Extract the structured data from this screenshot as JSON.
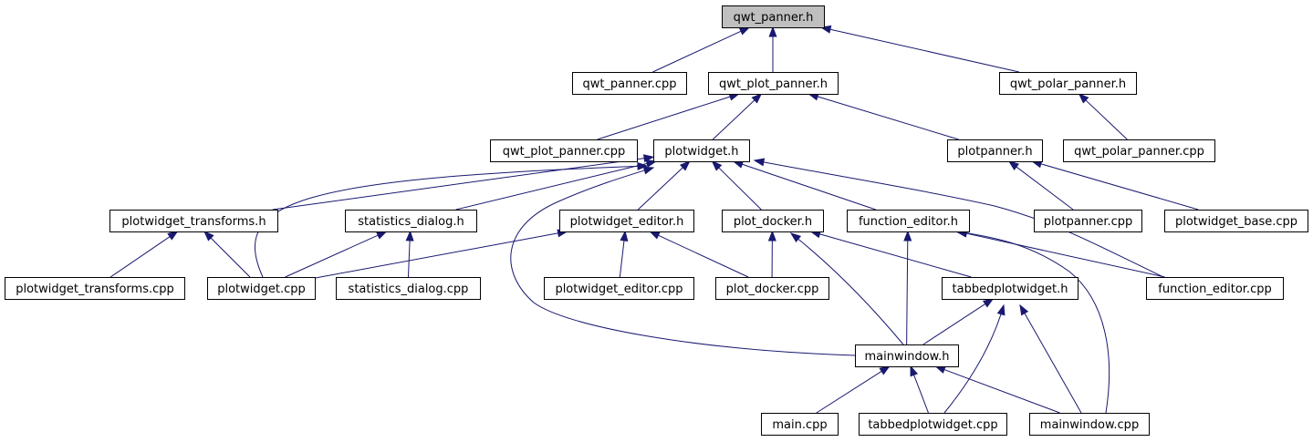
{
  "graph": {
    "title": "qwt_panner.h",
    "colors": {
      "edge": "#191970",
      "root_fill": "#bfbfbf",
      "node_fill": "#ffffff",
      "node_border": "#000000"
    },
    "nodes": [
      {
        "id": "qwt_panner_h",
        "label": "qwt_panner.h",
        "root": true
      },
      {
        "id": "qwt_panner_cpp",
        "label": "qwt_panner.cpp"
      },
      {
        "id": "qwt_plot_panner_h",
        "label": "qwt_plot_panner.h"
      },
      {
        "id": "qwt_polar_panner_h",
        "label": "qwt_polar_panner.h"
      },
      {
        "id": "qwt_plot_panner_cpp",
        "label": "qwt_plot_panner.cpp"
      },
      {
        "id": "plotwidget_h",
        "label": "plotwidget.h"
      },
      {
        "id": "plotpanner_h",
        "label": "plotpanner.h"
      },
      {
        "id": "qwt_polar_panner_cpp",
        "label": "qwt_polar_panner.cpp"
      },
      {
        "id": "plotwidget_transforms_h",
        "label": "plotwidget_transforms.h"
      },
      {
        "id": "statistics_dialog_h",
        "label": "statistics_dialog.h"
      },
      {
        "id": "plotwidget_editor_h",
        "label": "plotwidget_editor.h"
      },
      {
        "id": "plot_docker_h",
        "label": "plot_docker.h"
      },
      {
        "id": "function_editor_h",
        "label": "function_editor.h"
      },
      {
        "id": "plotpanner_cpp",
        "label": "plotpanner.cpp"
      },
      {
        "id": "plotwidget_base_cpp",
        "label": "plotwidget_base.cpp"
      },
      {
        "id": "plotwidget_transforms_cpp",
        "label": "plotwidget_transforms.cpp"
      },
      {
        "id": "plotwidget_cpp",
        "label": "plotwidget.cpp"
      },
      {
        "id": "statistics_dialog_cpp",
        "label": "statistics_dialog.cpp"
      },
      {
        "id": "plotwidget_editor_cpp",
        "label": "plotwidget_editor.cpp"
      },
      {
        "id": "plot_docker_cpp",
        "label": "plot_docker.cpp"
      },
      {
        "id": "tabbedplotwidget_h",
        "label": "tabbedplotwidget.h"
      },
      {
        "id": "function_editor_cpp",
        "label": "function_editor.cpp"
      },
      {
        "id": "mainwindow_h",
        "label": "mainwindow.h"
      },
      {
        "id": "main_cpp",
        "label": "main.cpp"
      },
      {
        "id": "tabbedplotwidget_cpp",
        "label": "tabbedplotwidget.cpp"
      },
      {
        "id": "mainwindow_cpp",
        "label": "mainwindow.cpp"
      }
    ],
    "edges": [
      {
        "from": "qwt_panner_cpp",
        "to": "qwt_panner_h"
      },
      {
        "from": "qwt_plot_panner_h",
        "to": "qwt_panner_h"
      },
      {
        "from": "qwt_polar_panner_h",
        "to": "qwt_panner_h"
      },
      {
        "from": "qwt_plot_panner_cpp",
        "to": "qwt_plot_panner_h"
      },
      {
        "from": "plotwidget_h",
        "to": "qwt_plot_panner_h"
      },
      {
        "from": "plotpanner_h",
        "to": "qwt_plot_panner_h"
      },
      {
        "from": "qwt_polar_panner_cpp",
        "to": "qwt_polar_panner_h"
      },
      {
        "from": "plotwidget_transforms_h",
        "to": "plotwidget_h"
      },
      {
        "from": "plotwidget_cpp",
        "to": "plotwidget_h"
      },
      {
        "from": "statistics_dialog_h",
        "to": "plotwidget_h"
      },
      {
        "from": "mainwindow_h",
        "to": "plotwidget_h"
      },
      {
        "from": "plotwidget_editor_h",
        "to": "plotwidget_h"
      },
      {
        "from": "plot_docker_h",
        "to": "plotwidget_h"
      },
      {
        "from": "function_editor_h",
        "to": "plotwidget_h"
      },
      {
        "from": "function_editor_cpp",
        "to": "plotwidget_h"
      },
      {
        "from": "plotpanner_cpp",
        "to": "plotpanner_h"
      },
      {
        "from": "plotwidget_base_cpp",
        "to": "plotpanner_h"
      },
      {
        "from": "plotwidget_transforms_cpp",
        "to": "plotwidget_transforms_h"
      },
      {
        "from": "plotwidget_cpp",
        "to": "plotwidget_transforms_h"
      },
      {
        "from": "plotwidget_cpp",
        "to": "statistics_dialog_h"
      },
      {
        "from": "statistics_dialog_cpp",
        "to": "statistics_dialog_h"
      },
      {
        "from": "plotwidget_cpp",
        "to": "plotwidget_editor_h"
      },
      {
        "from": "plotwidget_editor_cpp",
        "to": "plotwidget_editor_h"
      },
      {
        "from": "plot_docker_cpp",
        "to": "plotwidget_editor_h"
      },
      {
        "from": "plot_docker_cpp",
        "to": "plot_docker_h"
      },
      {
        "from": "mainwindow_h",
        "to": "plot_docker_h"
      },
      {
        "from": "tabbedplotwidget_h",
        "to": "plot_docker_h"
      },
      {
        "from": "mainwindow_h",
        "to": "function_editor_h"
      },
      {
        "from": "function_editor_cpp",
        "to": "function_editor_h"
      },
      {
        "from": "mainwindow_cpp",
        "to": "function_editor_h"
      },
      {
        "from": "mainwindow_h",
        "to": "tabbedplotwidget_h"
      },
      {
        "from": "tabbedplotwidget_cpp",
        "to": "tabbedplotwidget_h"
      },
      {
        "from": "mainwindow_cpp",
        "to": "tabbedplotwidget_h"
      },
      {
        "from": "main_cpp",
        "to": "mainwindow_h"
      },
      {
        "from": "tabbedplotwidget_cpp",
        "to": "mainwindow_h"
      },
      {
        "from": "mainwindow_cpp",
        "to": "mainwindow_h"
      }
    ]
  }
}
